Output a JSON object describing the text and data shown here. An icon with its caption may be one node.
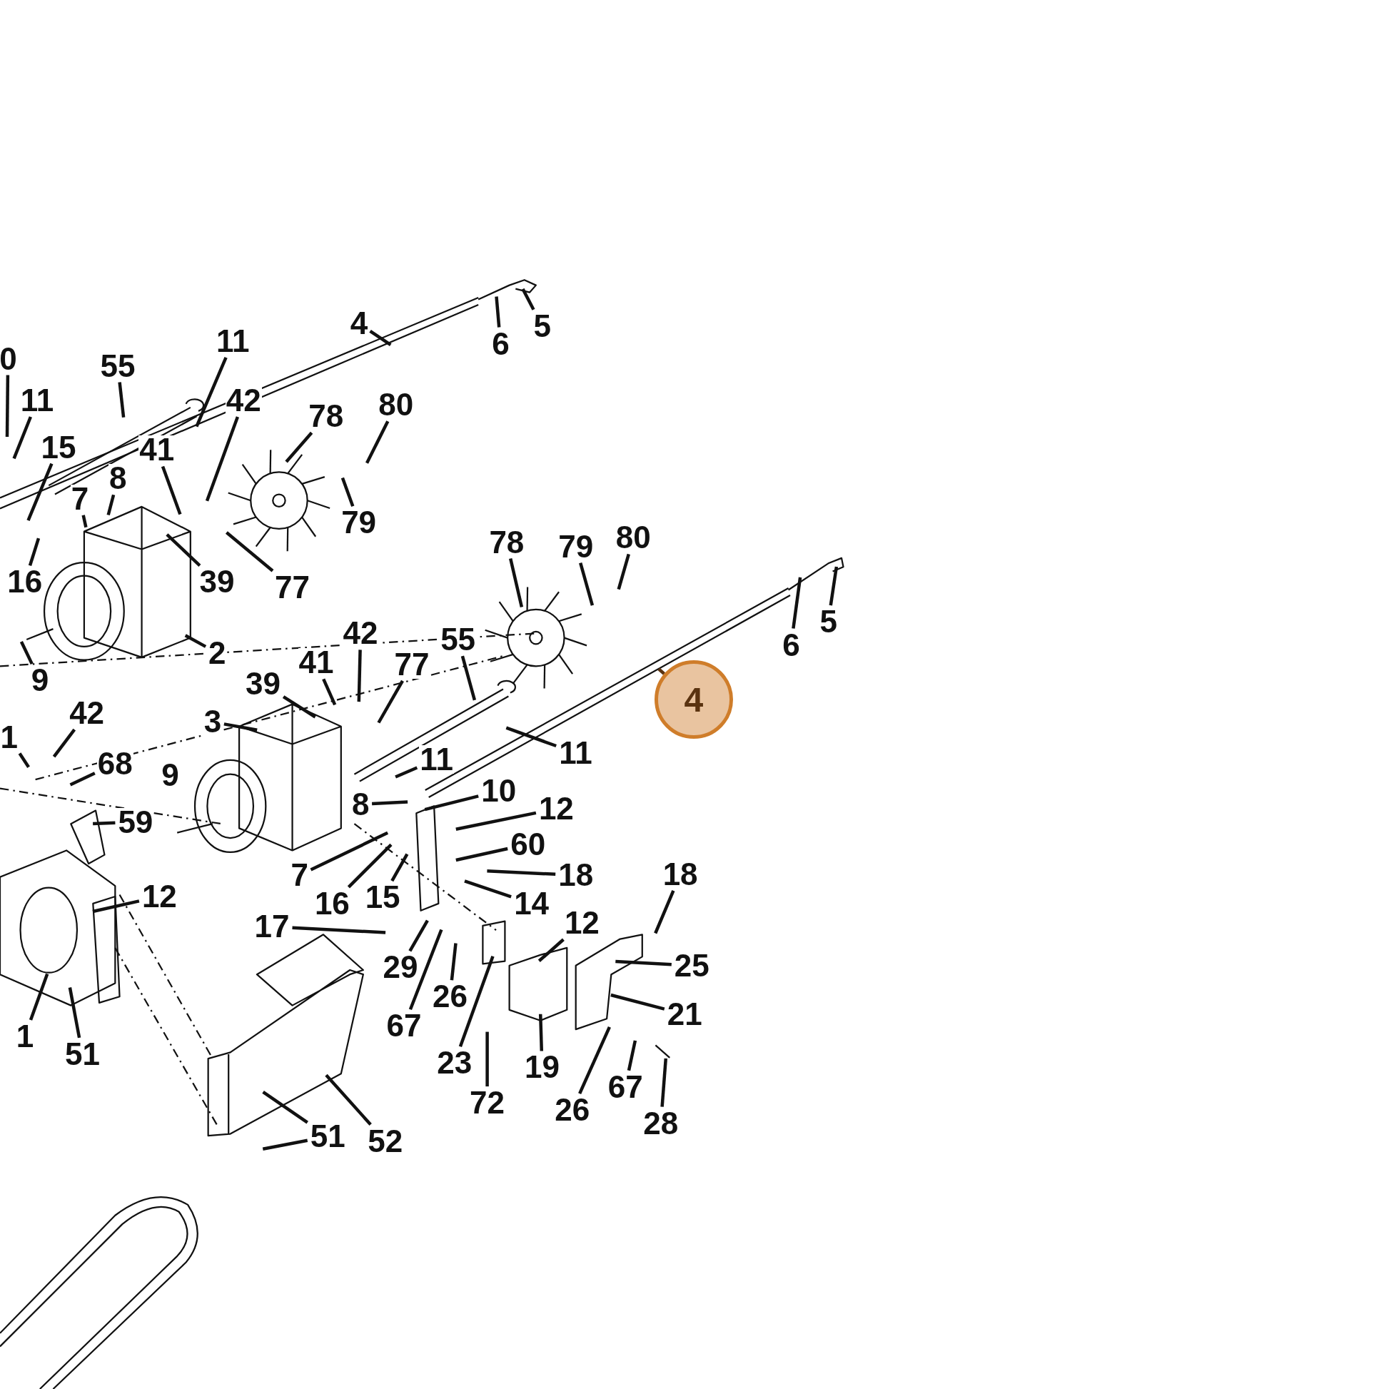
{
  "diagram": {
    "nodes": [
      {
        "text": [
          "4"
        ]
      },
      {
        "text": [
          "6"
        ]
      },
      {
        "text": [
          "5"
        ]
      },
      {
        "text": [
          "11"
        ]
      },
      {
        "text": [
          "55"
        ]
      },
      {
        "text": [
          "0"
        ]
      },
      {
        "text": [
          "11"
        ]
      },
      {
        "text": [
          "15"
        ]
      },
      {
        "text": [
          "42"
        ]
      },
      {
        "text": [
          "41"
        ]
      },
      {
        "text": [
          "8"
        ]
      },
      {
        "text": [
          "7"
        ]
      },
      {
        "text": [
          "78"
        ]
      },
      {
        "text": [
          "80"
        ]
      },
      {
        "text": [
          "79"
        ]
      },
      {
        "text": [
          "39"
        ]
      },
      {
        "text": [
          "77"
        ]
      },
      {
        "text": [
          "16"
        ]
      },
      {
        "text": [
          "2"
        ]
      },
      {
        "text": [
          "9"
        ]
      },
      {
        "text": [
          "78"
        ]
      },
      {
        "text": [
          "79"
        ]
      },
      {
        "text": [
          "80"
        ]
      },
      {
        "text": [
          "6"
        ]
      },
      {
        "text": [
          "5"
        ]
      },
      {
        "text": [
          "4"
        ]
      },
      {
        "text": [
          "42"
        ]
      },
      {
        "text": [
          "41"
        ]
      },
      {
        "text": [
          "77"
        ]
      },
      {
        "text": [
          "55"
        ]
      },
      {
        "text": [
          "39"
        ]
      },
      {
        "text": [
          "3"
        ]
      },
      {
        "text": [
          "11"
        ]
      },
      {
        "text": [
          "11"
        ]
      },
      {
        "text": [
          "10"
        ]
      },
      {
        "text": [
          "8"
        ]
      },
      {
        "text": [
          "12"
        ]
      },
      {
        "text": [
          "60"
        ]
      },
      {
        "text": [
          "18"
        ]
      },
      {
        "text": [
          "14"
        ]
      },
      {
        "text": [
          "7"
        ]
      },
      {
        "text": [
          "16"
        ]
      },
      {
        "text": [
          "15"
        ]
      },
      {
        "text": [
          "17"
        ]
      },
      {
        "text": [
          "29"
        ]
      },
      {
        "text": [
          "67"
        ]
      },
      {
        "text": [
          "26"
        ]
      },
      {
        "text": [
          "23"
        ]
      },
      {
        "text": [
          "12"
        ]
      },
      {
        "text": [
          "18"
        ]
      },
      {
        "text": [
          "25"
        ]
      },
      {
        "text": [
          "21"
        ]
      },
      {
        "text": [
          "19"
        ]
      },
      {
        "text": [
          "72"
        ]
      },
      {
        "text": [
          "26"
        ]
      },
      {
        "text": [
          "67"
        ]
      },
      {
        "text": [
          "28"
        ]
      },
      {
        "text": [
          "1"
        ]
      },
      {
        "text": [
          "42"
        ]
      },
      {
        "text": [
          "68"
        ]
      },
      {
        "text": [
          "59"
        ]
      },
      {
        "text": [
          "12"
        ]
      },
      {
        "text": [
          "1"
        ]
      },
      {
        "text": [
          "51"
        ]
      },
      {
        "text": [
          "51"
        ]
      },
      {
        "text": [
          "52"
        ]
      },
      {
        "text": [
          "9"
        ]
      }
    ],
    "edges": [
      {
        "from": 0,
        "to": null,
        "arrow": "none"
      },
      {
        "from": 1,
        "to": null,
        "arrow": "none"
      },
      {
        "from": 2,
        "to": null,
        "arrow": "none"
      },
      {
        "from": 3,
        "to": null,
        "arrow": "none"
      },
      {
        "from": 4,
        "to": null,
        "arrow": "none"
      },
      {
        "from": 5,
        "to": null,
        "arrow": "none"
      },
      {
        "from": 6,
        "to": null,
        "arrow": "none"
      },
      {
        "from": 7,
        "to": null,
        "arrow": "none"
      },
      {
        "from": 8,
        "to": null,
        "arrow": "none"
      },
      {
        "from": 9,
        "to": null,
        "arrow": "none"
      },
      {
        "from": 10,
        "to": null,
        "arrow": "none"
      },
      {
        "from": 11,
        "to": null,
        "arrow": "none"
      },
      {
        "from": 12,
        "to": null,
        "arrow": "none"
      },
      {
        "from": 13,
        "to": null,
        "arrow": "none"
      },
      {
        "from": 14,
        "to": null,
        "arrow": "none"
      },
      {
        "from": 15,
        "to": null,
        "arrow": "none"
      },
      {
        "from": 16,
        "to": null,
        "arrow": "none"
      },
      {
        "from": 17,
        "to": null,
        "arrow": "none"
      },
      {
        "from": 18,
        "to": null,
        "arrow": "none"
      },
      {
        "from": 19,
        "to": null,
        "arrow": "none"
      },
      {
        "from": 20,
        "to": null,
        "arrow": "none"
      },
      {
        "from": 21,
        "to": null,
        "arrow": "none"
      },
      {
        "from": 22,
        "to": null,
        "arrow": "none"
      },
      {
        "from": 23,
        "to": null,
        "arrow": "none"
      },
      {
        "from": 24,
        "to": null,
        "arrow": "none"
      },
      {
        "from": 25,
        "to": null,
        "arrow": "none"
      },
      {
        "from": 26,
        "to": null,
        "arrow": "none"
      },
      {
        "from": 27,
        "to": null,
        "arrow": "none"
      },
      {
        "from": 28,
        "to": null,
        "arrow": "none"
      },
      {
        "from": 29,
        "to": null,
        "arrow": "none"
      },
      {
        "from": 30,
        "to": null,
        "arrow": "none"
      },
      {
        "from": 31,
        "to": null,
        "arrow": "none"
      },
      {
        "from": 32,
        "to": null,
        "arrow": "none"
      },
      {
        "from": 33,
        "to": null,
        "arrow": "none"
      },
      {
        "from": 34,
        "to": null,
        "arrow": "none"
      },
      {
        "from": 35,
        "to": null,
        "arrow": "none"
      },
      {
        "from": 36,
        "to": null,
        "arrow": "none"
      },
      {
        "from": 37,
        "to": null,
        "arrow": "none"
      },
      {
        "from": 38,
        "to": null,
        "arrow": "none"
      },
      {
        "from": 39,
        "to": null,
        "arrow": "none"
      },
      {
        "from": 40,
        "to": null,
        "arrow": "none"
      },
      {
        "from": 41,
        "to": null,
        "arrow": "none"
      },
      {
        "from": 42,
        "to": null,
        "arrow": "none"
      },
      {
        "from": 43,
        "to": null,
        "arrow": "none"
      },
      {
        "from": 44,
        "to": null,
        "arrow": "none"
      },
      {
        "from": 45,
        "to": null,
        "arrow": "none"
      },
      {
        "from": 46,
        "to": null,
        "arrow": "none"
      },
      {
        "from": 47,
        "to": null,
        "arrow": "none"
      },
      {
        "from": 48,
        "to": null,
        "arrow": "none"
      },
      {
        "from": 49,
        "to": null,
        "arrow": "none"
      },
      {
        "from": 50,
        "to": null,
        "arrow": "none"
      },
      {
        "from": 51,
        "to": null,
        "arrow": "none"
      },
      {
        "from": 52,
        "to": null,
        "arrow": "none"
      },
      {
        "from": 53,
        "to": null,
        "arrow": "none"
      },
      {
        "from": 54,
        "to": null,
        "arrow": "none"
      },
      {
        "from": 55,
        "to": null,
        "arrow": "none"
      },
      {
        "from": 56,
        "to": null,
        "arrow": "none"
      },
      {
        "from": 57,
        "to": null,
        "arrow": "none"
      },
      {
        "from": 58,
        "to": null,
        "arrow": "none"
      },
      {
        "from": 59,
        "to": null,
        "arrow": "none"
      },
      {
        "from": 60,
        "to": null,
        "arrow": "none"
      },
      {
        "from": 61,
        "to": null,
        "arrow": "none"
      },
      {
        "from": 62,
        "to": null,
        "arrow": "none"
      },
      {
        "from": 63,
        "to": null,
        "arrow": "none"
      },
      {
        "from": 64,
        "to": null,
        "arrow": "none"
      },
      {
        "from": 64,
        "to": null,
        "arrow": "none"
      },
      {
        "from": 65,
        "to": null,
        "arrow": "none"
      }
    ]
  }
}
